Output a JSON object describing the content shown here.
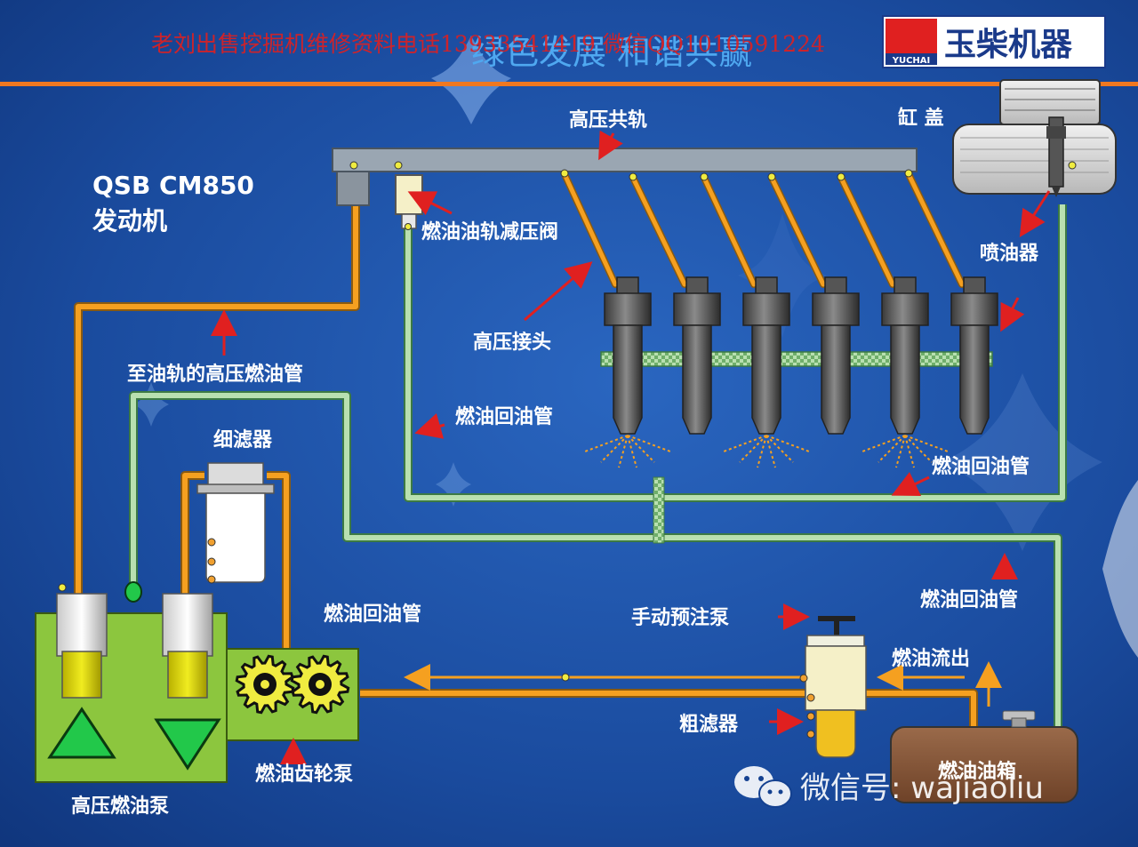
{
  "header": {
    "watermark_red": "老刘出售挖掘机维修资料电话13933541419 微信QQ1010591224",
    "slogan": "绿色发展  和谐共赢",
    "logo_text": "玉柴机器",
    "logo_sub": "YUCHAI"
  },
  "engine_title": {
    "line1": "QSB CM850",
    "line2": "发动机"
  },
  "labels": {
    "common_rail": "高压共轨",
    "cylinder_head": "缸 盖",
    "pressure_relief_valve": "燃油油轨减压阀",
    "injector": "喷油器",
    "hp_connector": "高压接头",
    "hp_line_to_rail": "至油轨的高压燃油管",
    "return_line_mid": "燃油回油管",
    "return_line_right": "燃油回油管",
    "fine_filter": "细滤器",
    "return_line_left": "燃油回油管",
    "hand_primer": "手动预注泵",
    "return_line_tank": "燃油回油管",
    "fuel_out": "燃油流出",
    "coarse_filter": "粗滤器",
    "gear_pump": "燃油齿轮泵",
    "hp_pump": "高压燃油泵",
    "fuel_tank": "燃油油箱"
  },
  "wechat": {
    "text": "微信号: wajiaoliu"
  },
  "colors": {
    "background": "#14418f",
    "header_line": "#f07820",
    "hp_pipe": "#f5a020",
    "return_pipe": "#a8d4a0",
    "rail": "#9aa6b2",
    "pump_green": "#8cc63e",
    "arrow_red": "#e02020"
  }
}
